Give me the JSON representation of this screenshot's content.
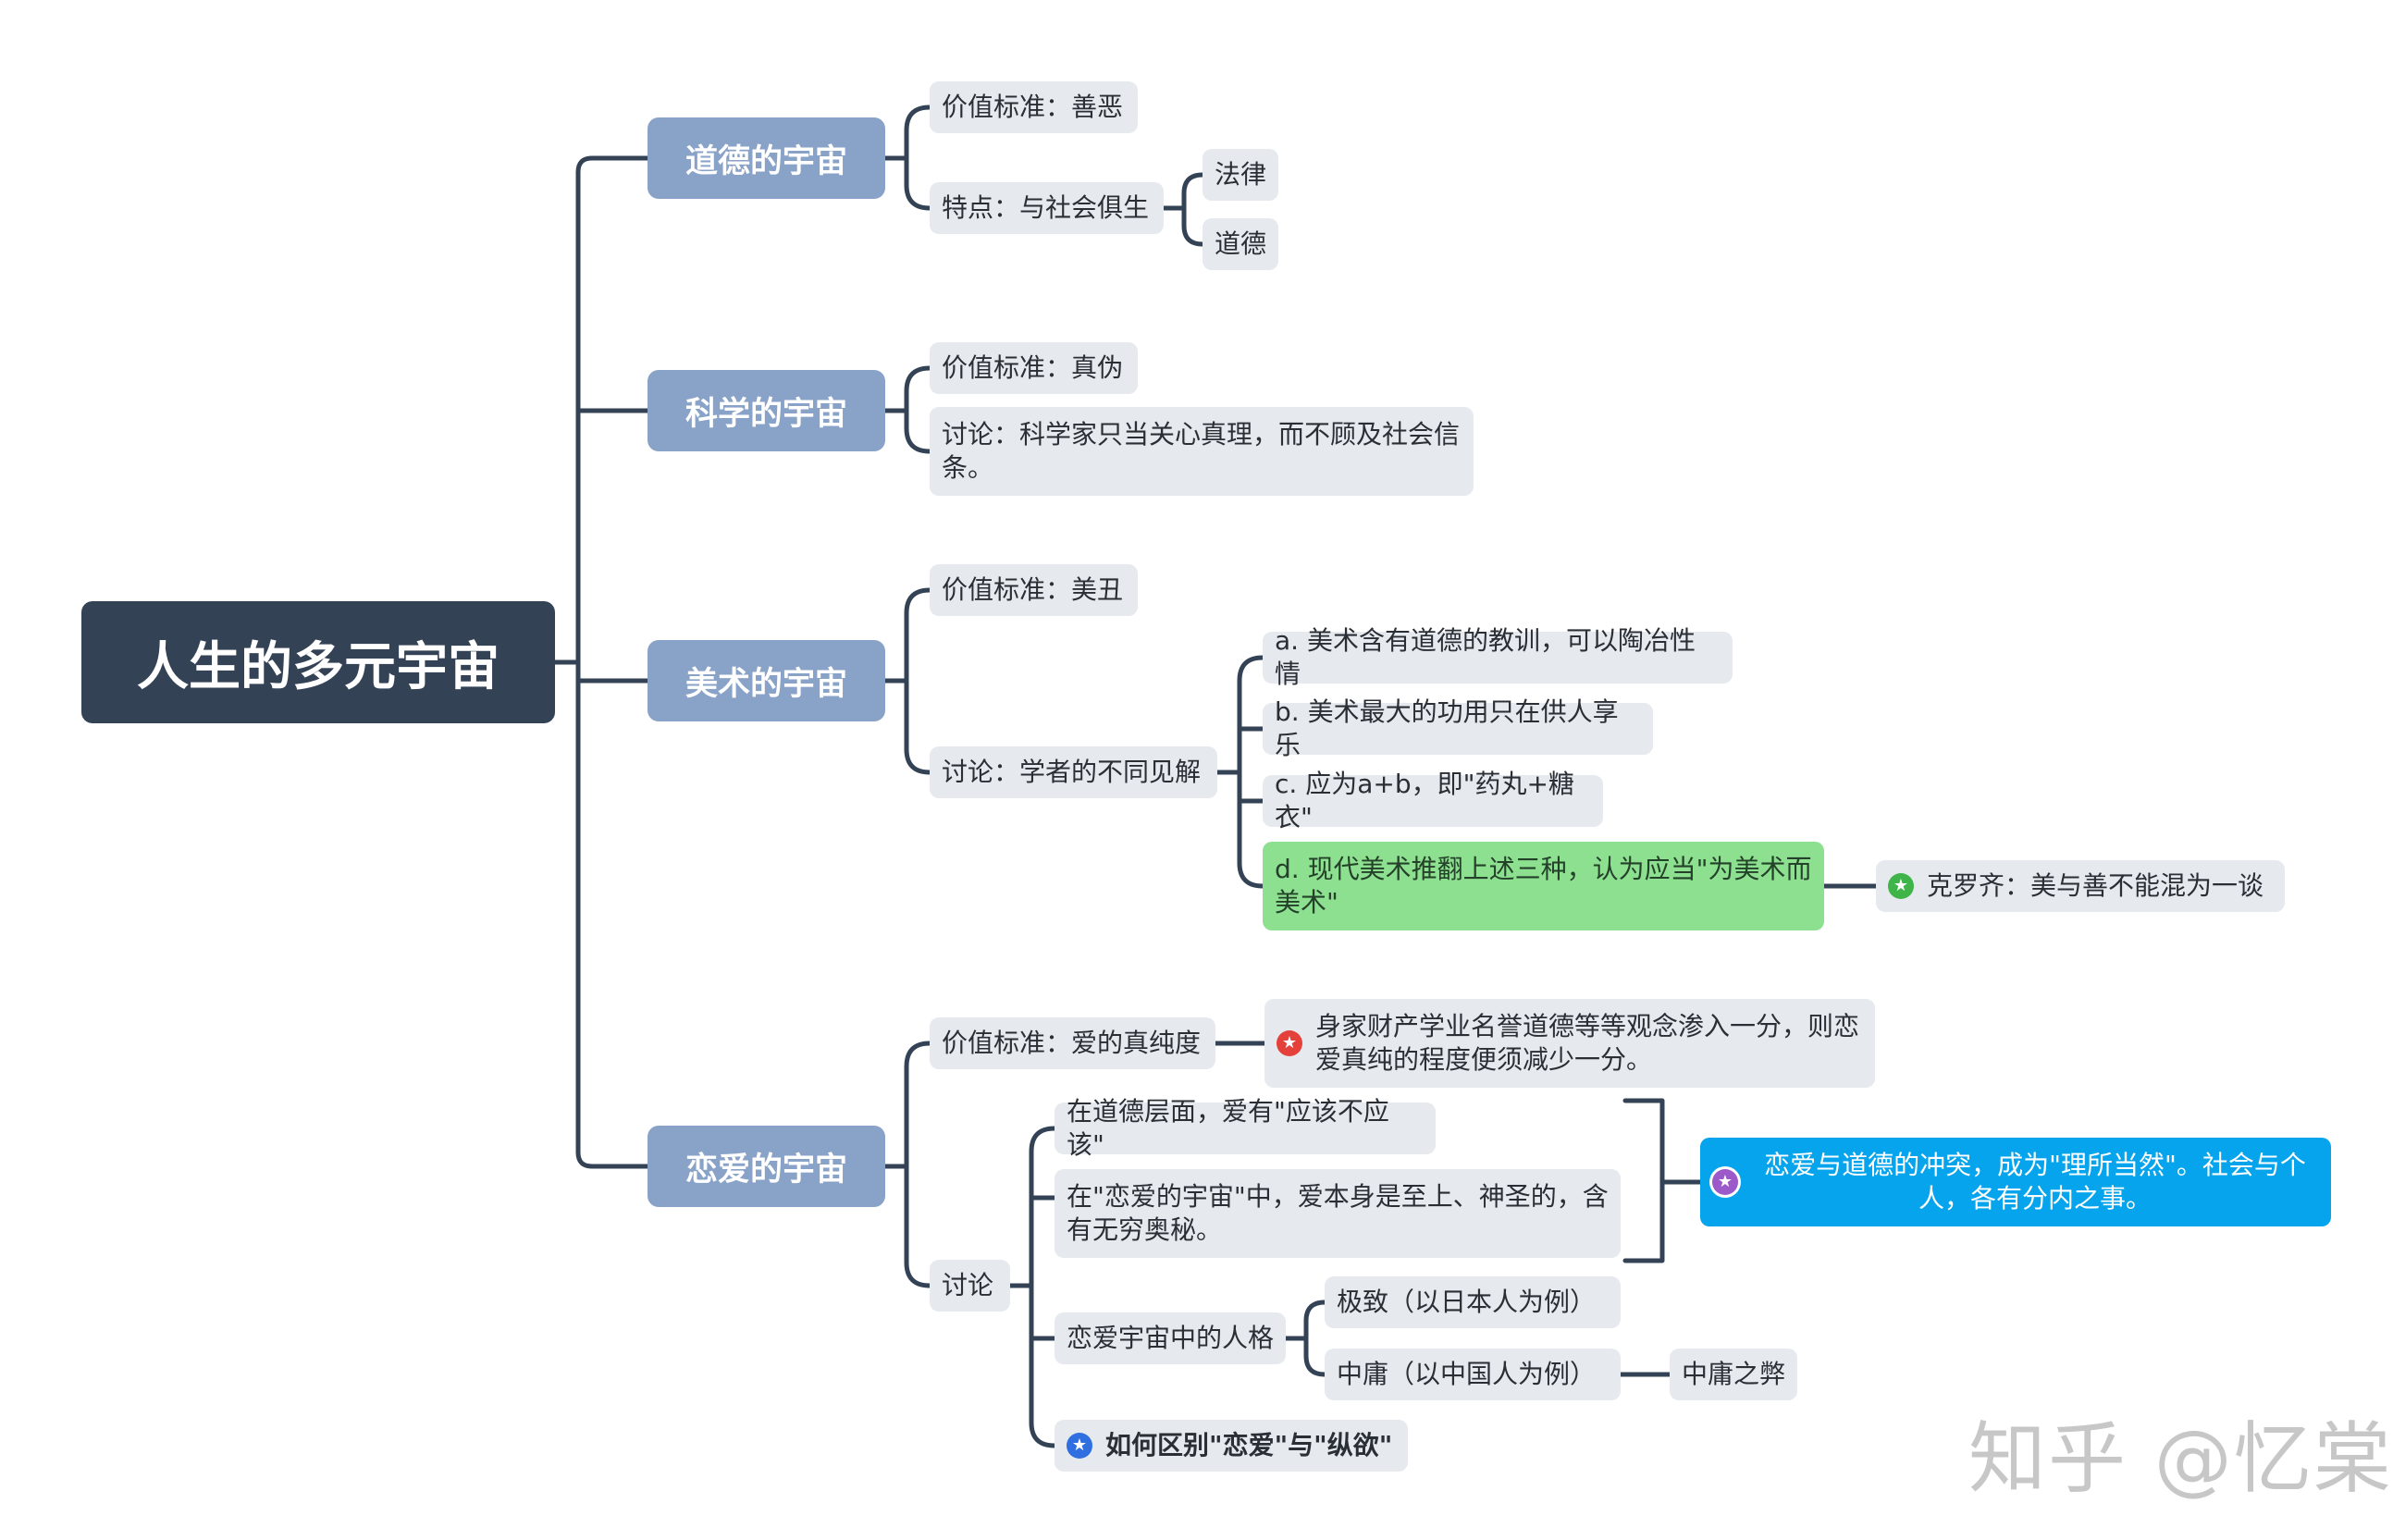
{
  "root": {
    "label": "人生的多元宇宙"
  },
  "branches": {
    "morality": {
      "label": "道德的宇宙",
      "value_standard": "价值标准：善恶",
      "feature": "特点：与社会俱生",
      "feature_items": [
        "法律",
        "道德"
      ]
    },
    "science": {
      "label": "科学的宇宙",
      "value_standard": "价值标准：真伪",
      "discussion": "讨论：科学家只当关心真理，而不顾及社会信条。"
    },
    "art": {
      "label": "美术的宇宙",
      "value_standard": "价值标准：美丑",
      "discussion": "讨论：学者的不同见解",
      "views": {
        "a": "a. 美术含有道德的教训，可以陶冶性情",
        "b": "b. 美术最大的功用只在供人享乐",
        "c": "c. 应为a+b，即\"药丸+糖衣\"",
        "d": "d. 现代美术推翻上述三种，认为应当\"为美术而美术\""
      },
      "croce": "克罗齐：美与善不能混为一谈"
    },
    "love": {
      "label": "恋爱的宇宙",
      "value_standard": "价值标准：爱的真纯度",
      "value_note": "身家财产学业名誉道德等等观念渗入一分，则恋爱真纯的程度便须减少一分。",
      "discussion": "讨论",
      "moral_level": "在道德层面，爱有\"应该不应该\"",
      "love_universe": "在\"恋爱的宇宙\"中，爱本身是至上、神圣的，含有无穷奥秘。",
      "conflict": "恋爱与道德的冲突，成为\"理所当然\"。社会与个人，各有分内之事。",
      "personality": "恋爱宇宙中的人格",
      "extreme": "极致（以日本人为例）",
      "moderate": "中庸（以中国人为例）",
      "moderate_flaw": "中庸之弊",
      "distinguish": "如何区别\"恋爱\"与\"纵欲\""
    }
  },
  "watermark": "知乎 @忆棠",
  "colors": {
    "root": "#344256",
    "main": "#89a2c8",
    "leaf": "#e6e9ee",
    "green": "#8de08f",
    "blue": "#06a4ec",
    "line": "#344256",
    "star_green": "#3fb549",
    "star_red": "#e5413b",
    "star_purple": "#9b59c9",
    "star_blue": "#2f6fe0"
  }
}
